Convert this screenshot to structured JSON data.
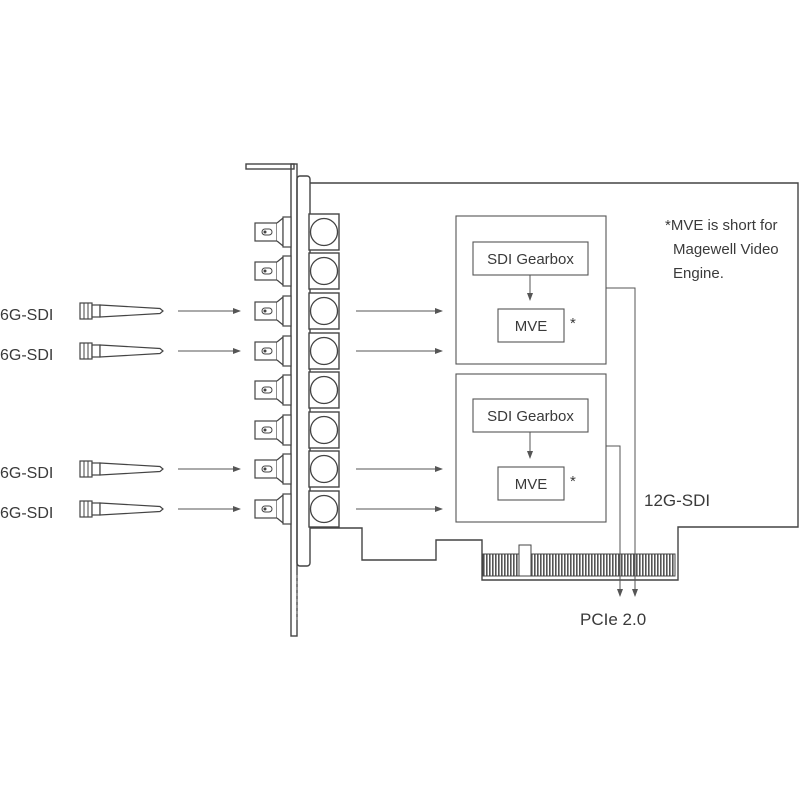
{
  "inputs": [
    {
      "label": "6G-SDI"
    },
    {
      "label": "6G-SDI"
    },
    {
      "label": "6G-SDI"
    },
    {
      "label": "6G-SDI"
    }
  ],
  "modules": [
    {
      "gearbox": "SDI Gearbox",
      "engine": "MVE",
      "mark": "*"
    },
    {
      "gearbox": "SDI Gearbox",
      "engine": "MVE",
      "mark": "*"
    }
  ],
  "note": {
    "lines": [
      "*MVE is short for",
      "Magewell Video",
      "Engine."
    ]
  },
  "output_label": "12G-SDI",
  "bus_label": "PCIe 2.0",
  "colors": {
    "line": "#444444",
    "arrow": "#555555",
    "text": "#3a3a3a",
    "box_border": "#666666"
  }
}
